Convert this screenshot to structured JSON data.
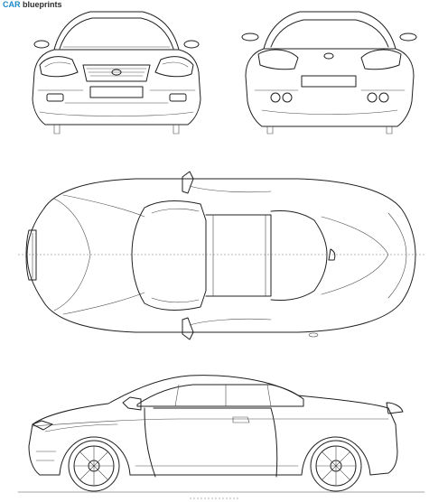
{
  "branding": {
    "accent_text": "CAR",
    "rest_text": "blueprints",
    "accent_color": "#1a88c9",
    "text_color": "#2c2c2c"
  },
  "views": [
    "front-view",
    "rear-view",
    "top-view",
    "side-view"
  ]
}
